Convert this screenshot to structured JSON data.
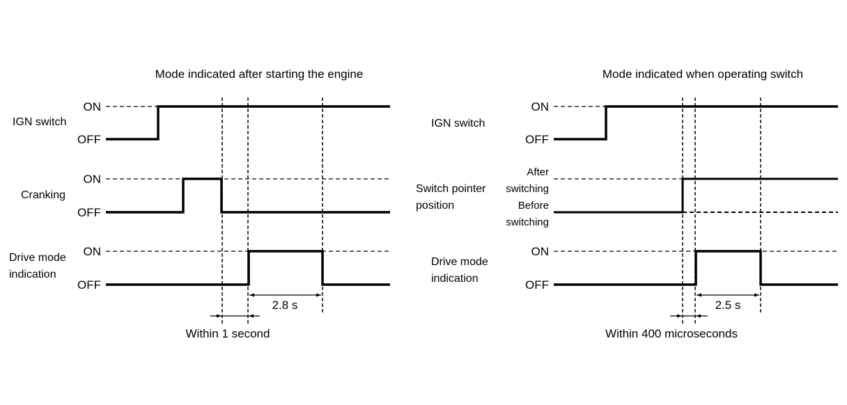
{
  "diagram": {
    "left": {
      "title": "Mode indicated after starting the engine",
      "signals": [
        {
          "name": "IGN switch",
          "label_lines": [
            "IGN switch"
          ],
          "high_label": "ON",
          "low_label": "OFF",
          "transitions": [
            "OFF",
            "ON"
          ]
        },
        {
          "name": "Cranking",
          "label_lines": [
            "Cranking"
          ],
          "high_label": "ON",
          "low_label": "OFF",
          "transitions": [
            "OFF",
            "ON",
            "OFF"
          ]
        },
        {
          "name": "Drive mode indication",
          "label_lines": [
            "Drive mode",
            "indication"
          ],
          "high_label": "ON",
          "low_label": "OFF",
          "transitions": [
            "OFF",
            "ON",
            "OFF"
          ]
        }
      ],
      "duration_label": "2.8 s",
      "delay_label": "Within 1 second"
    },
    "right": {
      "title": "Mode indicated when operating switch",
      "signals": [
        {
          "name": "IGN switch",
          "label_lines": [
            "IGN switch"
          ],
          "high_label": "ON",
          "low_label": "OFF",
          "transitions": [
            "OFF",
            "ON"
          ]
        },
        {
          "name": "Switch pointer position",
          "label_lines": [
            "Switch pointer",
            "position"
          ],
          "high_label_lines": [
            "After",
            "switching"
          ],
          "low_label_lines": [
            "Before",
            "switching"
          ],
          "transitions": [
            "Before switching",
            "After switching"
          ]
        },
        {
          "name": "Drive mode indication",
          "label_lines": [
            "Drive mode",
            "indication"
          ],
          "high_label": "ON",
          "low_label": "OFF",
          "transitions": [
            "OFF",
            "ON",
            "OFF"
          ]
        }
      ],
      "duration_label": "2.5 s",
      "delay_label": "Within 400 microseconds"
    }
  }
}
